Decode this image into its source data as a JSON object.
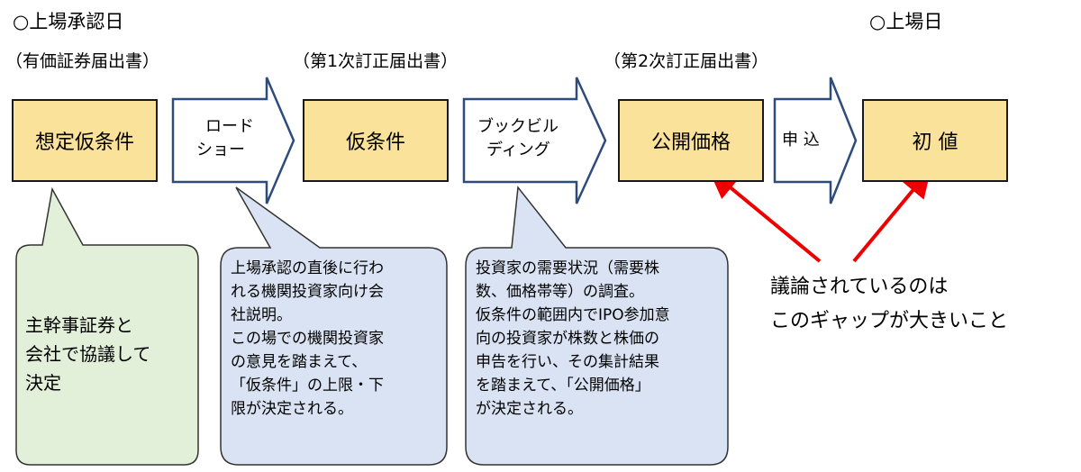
{
  "milestones": {
    "approval": "○上場承認日",
    "listing": "○上場日"
  },
  "documents": {
    "registration": "（有価証券届出書）",
    "amendment1": "（第1次訂正届出書）",
    "amendment2": "（第2次訂正届出書）"
  },
  "boxes": {
    "assumed": "想定仮条件",
    "tentative": "仮条件",
    "offering": "公開価格",
    "first": "初 値"
  },
  "arrows": {
    "roadshow_line1": "ロード",
    "roadshow_line2": "ショー",
    "bookbuilding_line1": "ブックビル",
    "bookbuilding_line2": "ディング",
    "application": "申 込"
  },
  "bubbles": {
    "underwriter": "主幹事証券と\n会社で協議して\n決定",
    "roadshow": "上場承認の直後に行わ\nれる機関投資家向け会\n社説明。\nこの場での機関投資家\nの意見を踏まえて、\n「仮条件」の上限・下\n限が決定される。",
    "bookbuilding": "投資家の需要状況（需要株\n数、価格帯等）の調査。\n仮条件の範囲内でIPO参加意\n向の投資家が株数と株価の\n申告を行い、その集計結果\nを踏まえて、「公開価格」\nが決定される。"
  },
  "note": "議論されているのは\nこのギャップが大きいこと",
  "colors": {
    "box_fill": "#fbe29a",
    "bubble_green": "#e2efd9",
    "bubble_blue": "#dae3f3",
    "arrow_outline": "#2f4b7c",
    "highlight_arrow": "#ee0000"
  }
}
